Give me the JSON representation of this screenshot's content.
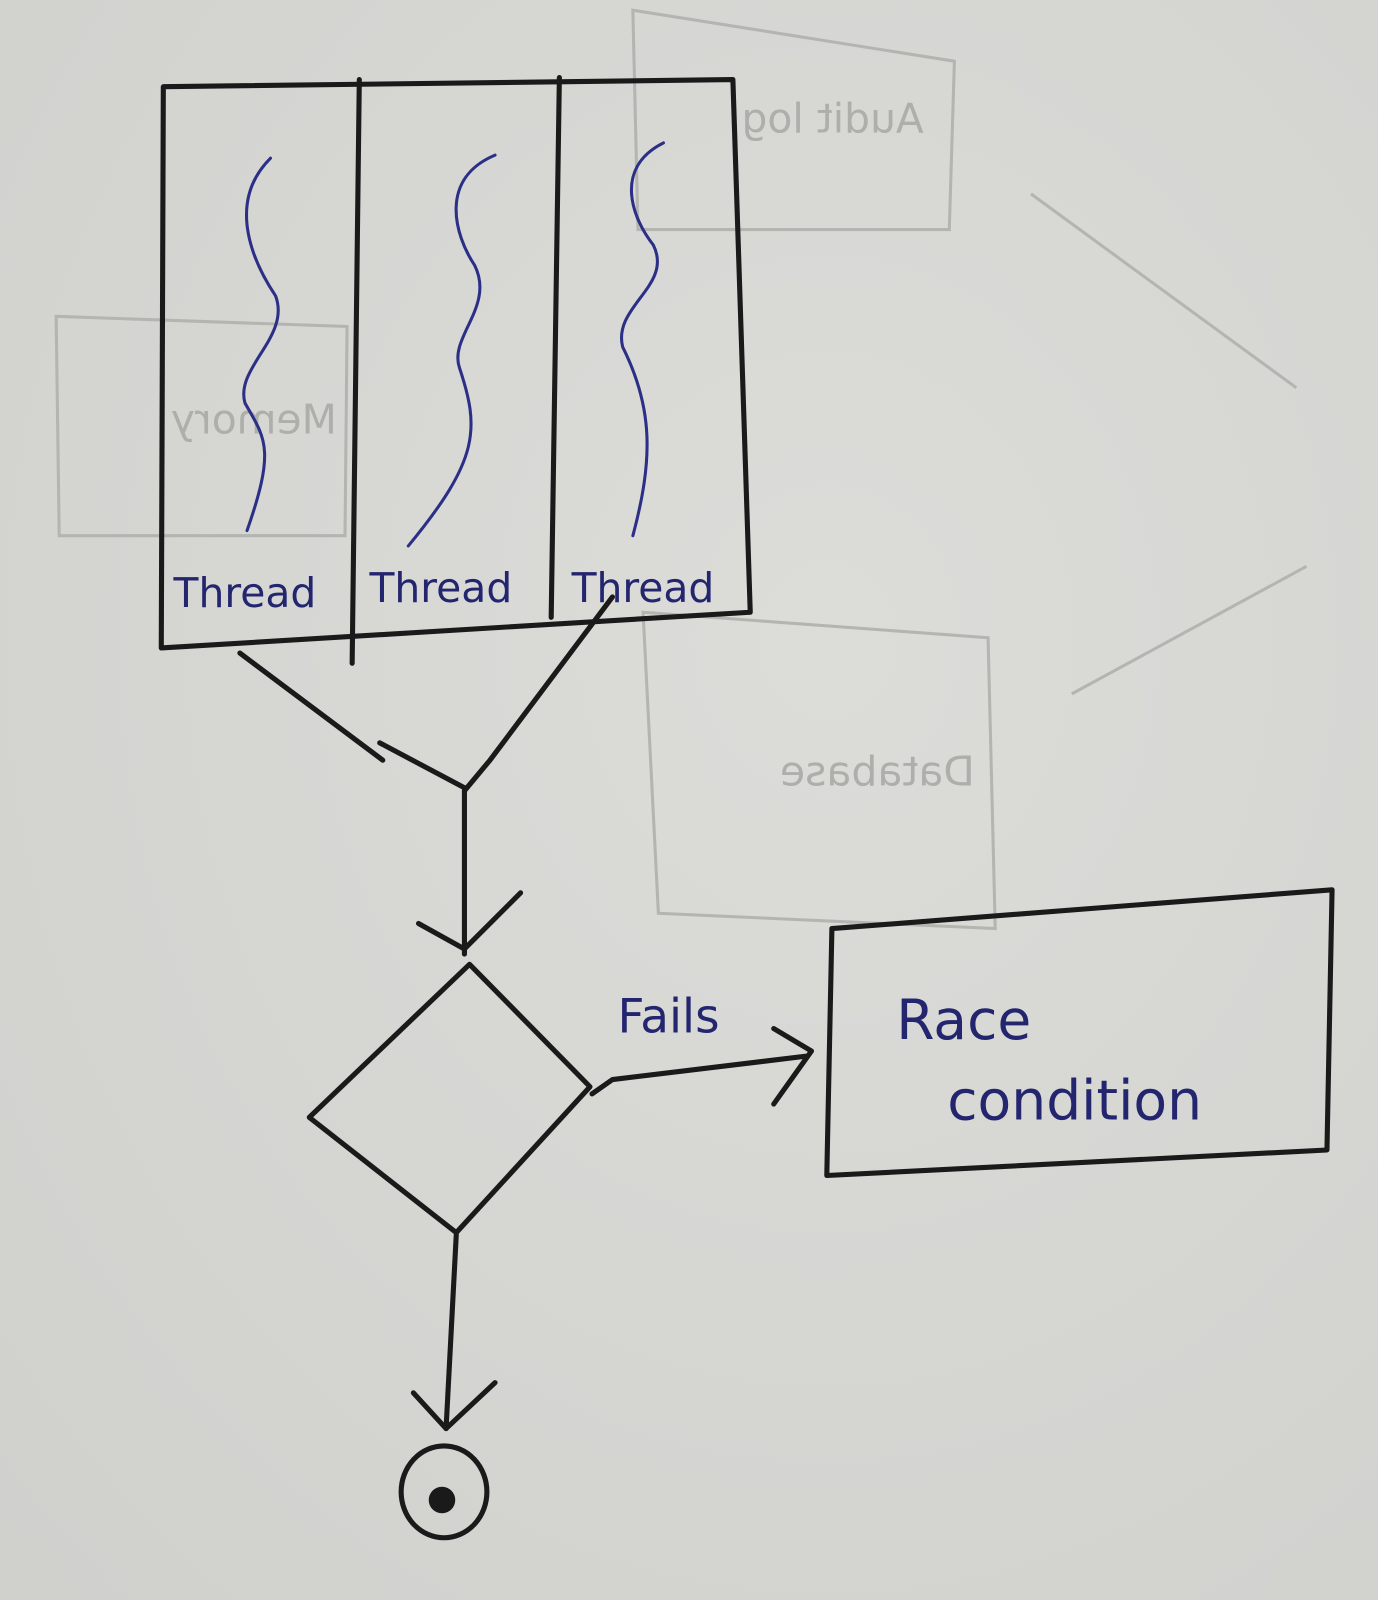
{
  "diagram": {
    "threads": [
      {
        "label": "Thread"
      },
      {
        "label": "Thread"
      },
      {
        "label": "Thread"
      }
    ],
    "decision_edge_label": "Fails",
    "outcome_box": {
      "line1": "Race",
      "line2": "condition"
    },
    "bleed_through": [
      "Audit log",
      "Memory",
      "Database"
    ],
    "colors": {
      "paper": "#d6d6d3",
      "ink": "#1a1a1a",
      "pen": "#2c2f86"
    }
  }
}
